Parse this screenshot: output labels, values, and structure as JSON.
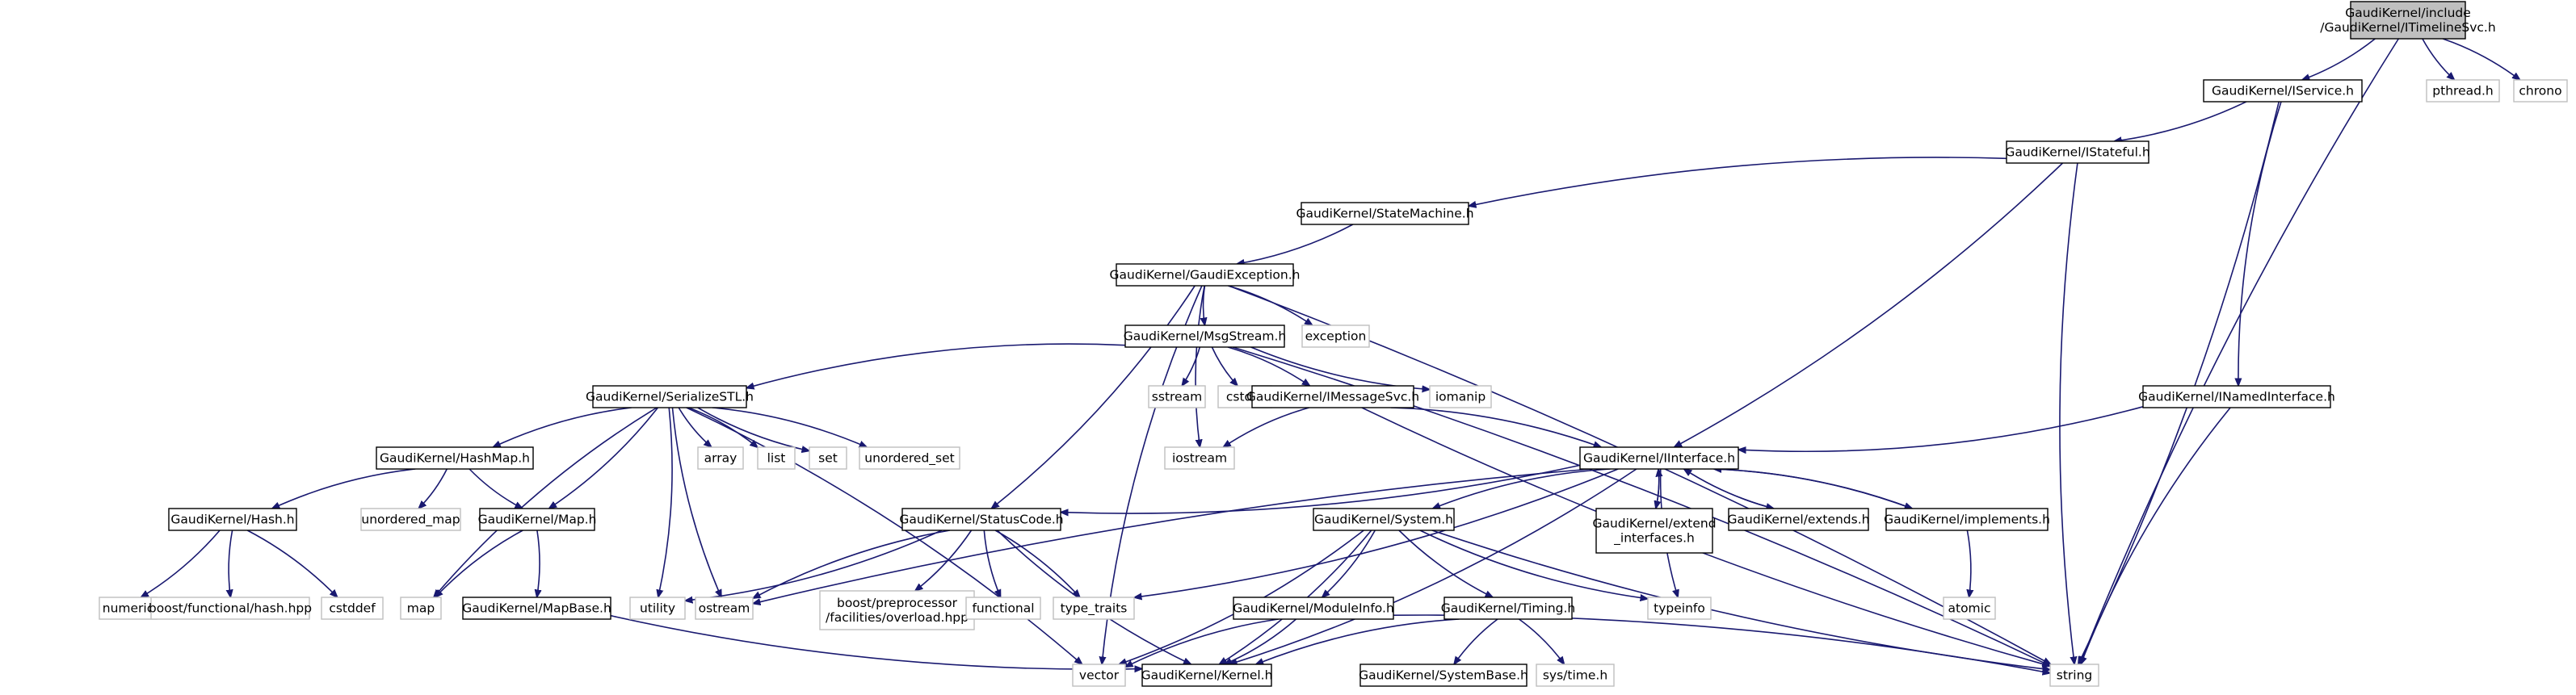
{
  "graph": {
    "nodes": [
      {
        "id": "root",
        "lines": [
          "GaudiKernel/include",
          "/GaudiKernel/ITimelineSvc.h"
        ],
        "kind": "root"
      },
      {
        "id": "iservice",
        "lines": [
          "GaudiKernel/IService.h"
        ],
        "kind": "local"
      },
      {
        "id": "pthread",
        "lines": [
          "pthread.h"
        ],
        "kind": "system"
      },
      {
        "id": "chrono",
        "lines": [
          "chrono"
        ],
        "kind": "system"
      },
      {
        "id": "istateful",
        "lines": [
          "GaudiKernel/IStateful.h"
        ],
        "kind": "local"
      },
      {
        "id": "statemachine",
        "lines": [
          "GaudiKernel/StateMachine.h"
        ],
        "kind": "local"
      },
      {
        "id": "gaudiexception",
        "lines": [
          "GaudiKernel/GaudiException.h"
        ],
        "kind": "local"
      },
      {
        "id": "msgstream",
        "lines": [
          "GaudiKernel/MsgStream.h"
        ],
        "kind": "local"
      },
      {
        "id": "exception",
        "lines": [
          "exception"
        ],
        "kind": "system"
      },
      {
        "id": "serializestl",
        "lines": [
          "GaudiKernel/SerializeSTL.h"
        ],
        "kind": "local"
      },
      {
        "id": "sstream",
        "lines": [
          "sstream"
        ],
        "kind": "system"
      },
      {
        "id": "cstdio",
        "lines": [
          "cstdio"
        ],
        "kind": "system"
      },
      {
        "id": "imessagesvc",
        "lines": [
          "GaudiKernel/IMessageSvc.h"
        ],
        "kind": "local"
      },
      {
        "id": "iomanip",
        "lines": [
          "iomanip"
        ],
        "kind": "system"
      },
      {
        "id": "inamedinterface",
        "lines": [
          "GaudiKernel/INamedInterface.h"
        ],
        "kind": "local"
      },
      {
        "id": "array",
        "lines": [
          "array"
        ],
        "kind": "system"
      },
      {
        "id": "list",
        "lines": [
          "list"
        ],
        "kind": "system"
      },
      {
        "id": "set",
        "lines": [
          "set"
        ],
        "kind": "system"
      },
      {
        "id": "unordered_set",
        "lines": [
          "unordered_set"
        ],
        "kind": "system"
      },
      {
        "id": "iostream",
        "lines": [
          "iostream"
        ],
        "kind": "system"
      },
      {
        "id": "iinterface",
        "lines": [
          "GaudiKernel/IInterface.h"
        ],
        "kind": "local"
      },
      {
        "id": "hashmap",
        "lines": [
          "GaudiKernel/HashMap.h"
        ],
        "kind": "local"
      },
      {
        "id": "unordered_map",
        "lines": [
          "unordered_map"
        ],
        "kind": "system"
      },
      {
        "id": "hash",
        "lines": [
          "GaudiKernel/Hash.h"
        ],
        "kind": "local"
      },
      {
        "id": "map_h",
        "lines": [
          "GaudiKernel/Map.h"
        ],
        "kind": "local"
      },
      {
        "id": "statuscode",
        "lines": [
          "GaudiKernel/StatusCode.h"
        ],
        "kind": "local"
      },
      {
        "id": "system",
        "lines": [
          "GaudiKernel/System.h"
        ],
        "kind": "local"
      },
      {
        "id": "extend_interfaces",
        "lines": [
          "GaudiKernel/extend",
          "_interfaces.h"
        ],
        "kind": "local"
      },
      {
        "id": "extends",
        "lines": [
          "GaudiKernel/extends.h"
        ],
        "kind": "local"
      },
      {
        "id": "implements",
        "lines": [
          "GaudiKernel/implements.h"
        ],
        "kind": "local"
      },
      {
        "id": "numeric",
        "lines": [
          "numeric"
        ],
        "kind": "system"
      },
      {
        "id": "boost_hash",
        "lines": [
          "boost/functional/hash.hpp"
        ],
        "kind": "system"
      },
      {
        "id": "cstddef",
        "lines": [
          "cstddef"
        ],
        "kind": "system"
      },
      {
        "id": "map",
        "lines": [
          "map"
        ],
        "kind": "system"
      },
      {
        "id": "mapbase",
        "lines": [
          "GaudiKernel/MapBase.h"
        ],
        "kind": "local"
      },
      {
        "id": "utility",
        "lines": [
          "utility"
        ],
        "kind": "system"
      },
      {
        "id": "ostream",
        "lines": [
          "ostream"
        ],
        "kind": "system"
      },
      {
        "id": "boost_overload",
        "lines": [
          "boost/preprocessor",
          "/facilities/overload.hpp"
        ],
        "kind": "system"
      },
      {
        "id": "functional",
        "lines": [
          "functional"
        ],
        "kind": "system"
      },
      {
        "id": "type_traits",
        "lines": [
          "type_traits"
        ],
        "kind": "system"
      },
      {
        "id": "moduleinfo",
        "lines": [
          "GaudiKernel/ModuleInfo.h"
        ],
        "kind": "local"
      },
      {
        "id": "timing",
        "lines": [
          "GaudiKernel/Timing.h"
        ],
        "kind": "local"
      },
      {
        "id": "typeinfo",
        "lines": [
          "typeinfo"
        ],
        "kind": "system"
      },
      {
        "id": "atomic",
        "lines": [
          "atomic"
        ],
        "kind": "system"
      },
      {
        "id": "vector",
        "lines": [
          "vector"
        ],
        "kind": "system"
      },
      {
        "id": "kernel",
        "lines": [
          "GaudiKernel/Kernel.h"
        ],
        "kind": "local"
      },
      {
        "id": "systembase",
        "lines": [
          "GaudiKernel/SystemBase.h"
        ],
        "kind": "local"
      },
      {
        "id": "systime",
        "lines": [
          "sys/time.h"
        ],
        "kind": "system"
      },
      {
        "id": "string",
        "lines": [
          "string"
        ],
        "kind": "system"
      }
    ],
    "edges": [
      [
        "root",
        "iservice"
      ],
      [
        "root",
        "pthread"
      ],
      [
        "root",
        "chrono"
      ],
      [
        "root",
        "string"
      ],
      [
        "iservice",
        "istateful"
      ],
      [
        "iservice",
        "inamedinterface"
      ],
      [
        "iservice",
        "string"
      ],
      [
        "istateful",
        "statemachine"
      ],
      [
        "istateful",
        "iinterface"
      ],
      [
        "istateful",
        "string"
      ],
      [
        "statemachine",
        "gaudiexception"
      ],
      [
        "gaudiexception",
        "msgstream"
      ],
      [
        "gaudiexception",
        "exception"
      ],
      [
        "gaudiexception",
        "iostream"
      ],
      [
        "gaudiexception",
        "statuscode"
      ],
      [
        "gaudiexception",
        "vector"
      ],
      [
        "gaudiexception",
        "string"
      ],
      [
        "msgstream",
        "serializestl"
      ],
      [
        "msgstream",
        "sstream"
      ],
      [
        "msgstream",
        "cstdio"
      ],
      [
        "msgstream",
        "imessagesvc"
      ],
      [
        "msgstream",
        "iomanip"
      ],
      [
        "msgstream",
        "string"
      ],
      [
        "serializestl",
        "array"
      ],
      [
        "serializestl",
        "list"
      ],
      [
        "serializestl",
        "set"
      ],
      [
        "serializestl",
        "unordered_set"
      ],
      [
        "serializestl",
        "hashmap"
      ],
      [
        "serializestl",
        "map_h"
      ],
      [
        "serializestl",
        "map"
      ],
      [
        "serializestl",
        "utility"
      ],
      [
        "serializestl",
        "ostream"
      ],
      [
        "serializestl",
        "vector"
      ],
      [
        "imessagesvc",
        "iostream"
      ],
      [
        "imessagesvc",
        "iinterface"
      ],
      [
        "imessagesvc",
        "string"
      ],
      [
        "inamedinterface",
        "iinterface"
      ],
      [
        "inamedinterface",
        "string"
      ],
      [
        "iinterface",
        "statuscode"
      ],
      [
        "iinterface",
        "system"
      ],
      [
        "iinterface",
        "extend_interfaces"
      ],
      [
        "iinterface",
        "extends"
      ],
      [
        "iinterface",
        "implements"
      ],
      [
        "iinterface",
        "ostream"
      ],
      [
        "iinterface",
        "type_traits"
      ],
      [
        "iinterface",
        "typeinfo"
      ],
      [
        "iinterface",
        "kernel"
      ],
      [
        "extend_interfaces",
        "iinterface"
      ],
      [
        "extends",
        "iinterface"
      ],
      [
        "implements",
        "iinterface"
      ],
      [
        "implements",
        "atomic"
      ],
      [
        "hashmap",
        "hash"
      ],
      [
        "hashmap",
        "unordered_map"
      ],
      [
        "hashmap",
        "map_h"
      ],
      [
        "hash",
        "numeric"
      ],
      [
        "hash",
        "boost_hash"
      ],
      [
        "hash",
        "cstddef"
      ],
      [
        "map_h",
        "map"
      ],
      [
        "map_h",
        "mapbase"
      ],
      [
        "mapbase",
        "kernel"
      ],
      [
        "statuscode",
        "utility"
      ],
      [
        "statuscode",
        "ostream"
      ],
      [
        "statuscode",
        "boost_overload"
      ],
      [
        "statuscode",
        "functional"
      ],
      [
        "statuscode",
        "type_traits"
      ],
      [
        "statuscode",
        "kernel"
      ],
      [
        "system",
        "moduleinfo"
      ],
      [
        "system",
        "timing"
      ],
      [
        "system",
        "kernel"
      ],
      [
        "system",
        "typeinfo"
      ],
      [
        "system",
        "vector"
      ],
      [
        "system",
        "string"
      ],
      [
        "moduleinfo",
        "kernel"
      ],
      [
        "moduleinfo",
        "vector"
      ],
      [
        "moduleinfo",
        "string"
      ],
      [
        "timing",
        "systembase"
      ],
      [
        "timing",
        "systime"
      ],
      [
        "timing",
        "kernel"
      ]
    ]
  }
}
